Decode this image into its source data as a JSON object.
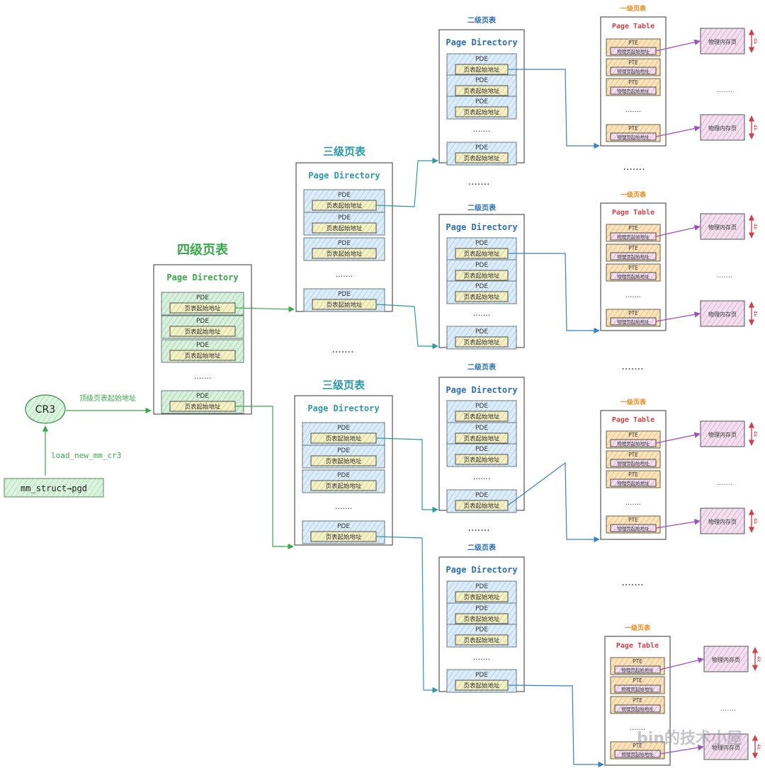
{
  "labels": {
    "level4_title": "四级页表",
    "level3_title": "三级页表",
    "level2_title": "二级页表",
    "level1_title": "一级页表",
    "page_directory": "Page Directory",
    "page_table": "Page Table",
    "pde": "PDE",
    "pte": "PTE",
    "pde_field": "页表起始地址",
    "pte_field": "物理页起始地址",
    "phys_page": "物理内存页",
    "ellipsis": ".......",
    "size_4k": "4k",
    "cr3": "CR3",
    "top_addr": "顶级页表起始地址",
    "load_fn": "load_new_mm_cr3",
    "mm_struct": "mm_struct→pgd",
    "watermark": "bin的技术小屋"
  },
  "colors": {
    "green": "#3aa84a",
    "teal": "#2b9aa6",
    "blue": "#3a7fc8",
    "purple": "#a24cc4",
    "red": "#d0404a",
    "orange": "#f08a1c"
  }
}
